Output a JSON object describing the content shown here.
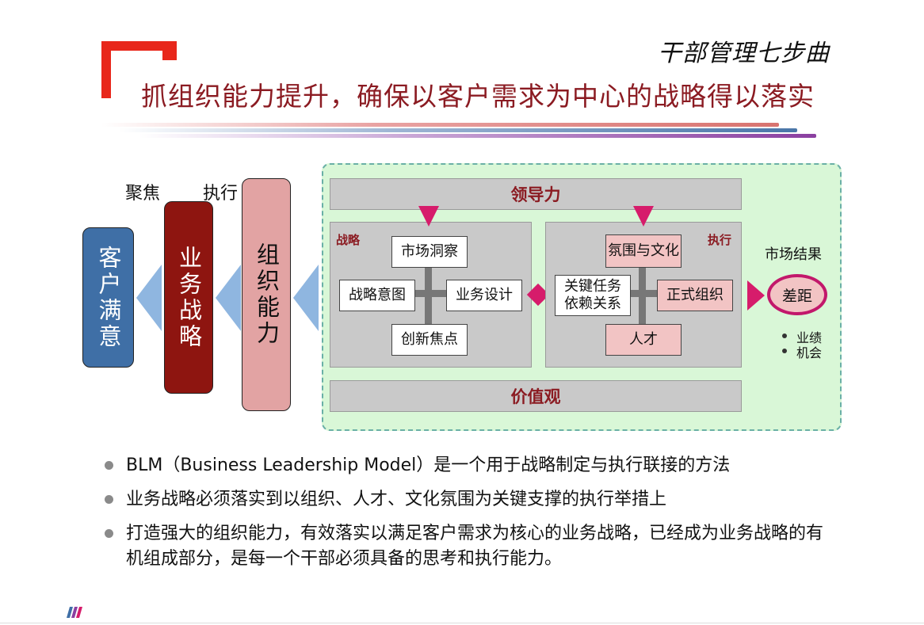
{
  "header": {
    "subtitle": "干部管理七步曲",
    "title": "抓组织能力提升，确保以客户需求为中心的战略得以落实"
  },
  "colors": {
    "accent_red": "#e8271b",
    "title_red": "#8b1b22",
    "magenta": "#d61c6b",
    "frame_green": "#d9f7d7"
  },
  "left": {
    "label_focus": "聚焦",
    "label_execute": "执行",
    "customer": "客户满意",
    "business": "业务战略",
    "org": "组织能力"
  },
  "framework": {
    "leadership": "领导力",
    "values": "价值观",
    "strategy": {
      "label": "战略",
      "top": "市场洞察",
      "left": "战略意图",
      "right": "业务设计",
      "bottom": "创新焦点"
    },
    "execution": {
      "label": "执行",
      "top": "氛围与文化",
      "left_line1": "关键任务",
      "left_line2": "依赖关系",
      "right": "正式组织",
      "bottom": "人才"
    },
    "result_title": "市场结果",
    "gap": "差距",
    "result_items": [
      "业绩",
      "机会"
    ]
  },
  "bullets": [
    "BLM（Business Leadership Model）是一个用于战略制定与执行联接的方法",
    "业务战略必须落实到以组织、人才、文化氛围为关键支撑的执行举措上",
    "打造强大的组织能力，有效落实以满足客户需求为核心的业务战略，已经成为业务战略的有机组成部分，是每一个干部必须具备的思考和执行能力。"
  ]
}
